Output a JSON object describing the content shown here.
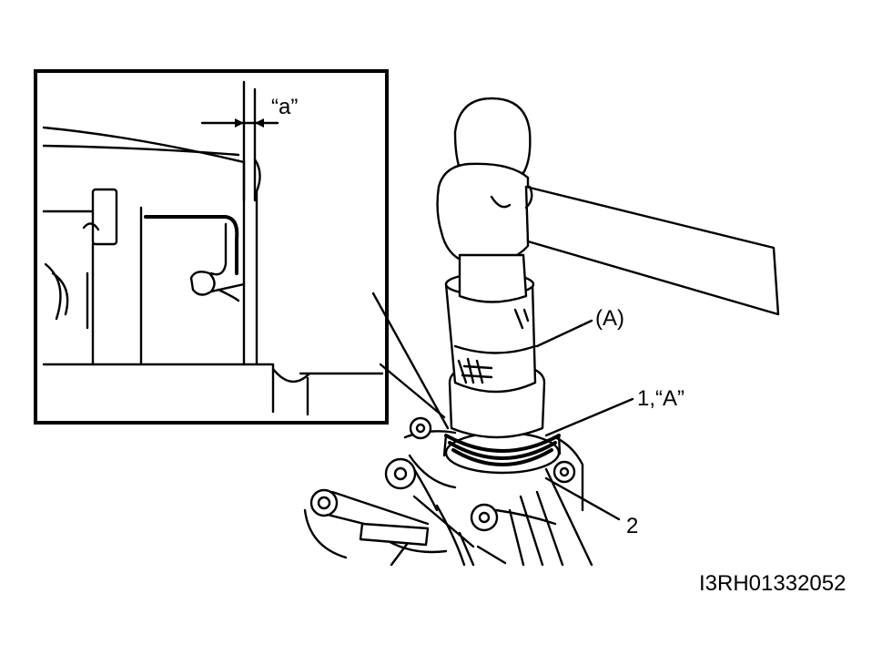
{
  "labels": {
    "dim_a": "“a”",
    "tool_A": "(A)",
    "part_1A": "1,“A”",
    "part_2": "2"
  },
  "figure_code": "I3RH01332052"
}
